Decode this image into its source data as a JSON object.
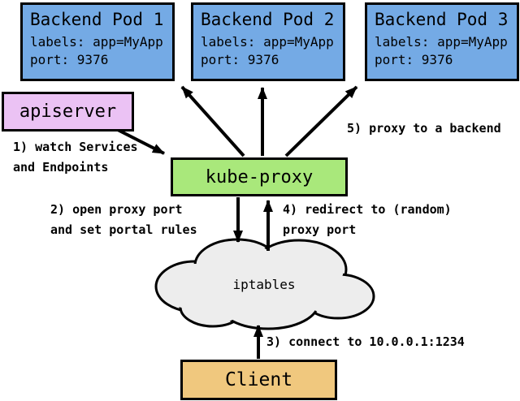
{
  "diagram": {
    "title_semantic": "kube-proxy userspace service proxy flow",
    "colors": {
      "background": "#ffffff",
      "pod_fill": "#74AAE5",
      "apiserver_fill": "#EBC2F4",
      "kube_proxy_fill": "#A9E87B",
      "client_fill": "#F0C87E",
      "cloud_fill": "#EDEDED",
      "stroke": "#000000"
    },
    "pods": [
      {
        "title": "Backend Pod 1",
        "labels": "labels: app=MyApp",
        "port": "port: 9376"
      },
      {
        "title": "Backend Pod 2",
        "labels": "labels: app=MyApp",
        "port": "port: 9376"
      },
      {
        "title": "Backend Pod 3",
        "labels": "labels: app=MyApp",
        "port": "port: 9376"
      }
    ],
    "apiserver_label": "apiserver",
    "kube_proxy_label": "kube-proxy",
    "iptables_label": "iptables",
    "client_label": "Client",
    "steps": [
      {
        "text": "1) watch Services\nand Endpoints"
      },
      {
        "text": "2) open proxy port\nand set portal rules"
      },
      {
        "text": "3) connect to 10.0.0.1:1234"
      },
      {
        "text": "4) redirect to (random)\nproxy port"
      },
      {
        "text": "5) proxy to a backend"
      }
    ]
  }
}
